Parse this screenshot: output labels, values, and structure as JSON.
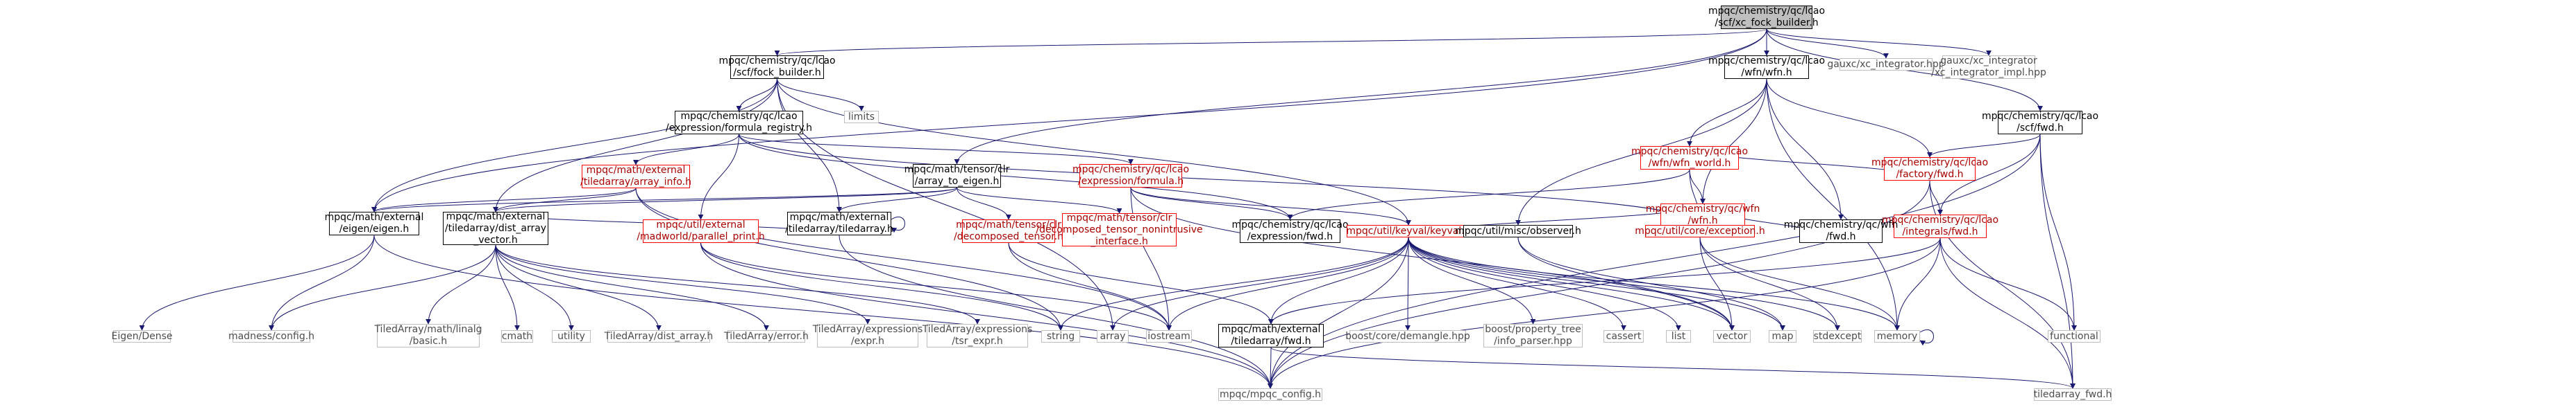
{
  "graph": {
    "root": "xc_fock_builder",
    "colors": {
      "edge": "#191970",
      "documented_border": "#000000",
      "undocumented_border": "#ff0000",
      "external_border": "#bfbfbf",
      "root_fill": "#bfbfbf"
    },
    "nodes": {
      "xc_fock_builder": {
        "lines": [
          "mpqc/chemistry/qc/lcao",
          "/scf/xc_fock_builder.h"
        ],
        "style": "root"
      },
      "fock_builder": {
        "lines": [
          "mpqc/chemistry/qc/lcao",
          "/scf/fock_builder.h"
        ],
        "style": "documented"
      },
      "wfn_wfn": {
        "lines": [
          "mpqc/chemistry/qc/lcao",
          "/wfn/wfn.h"
        ],
        "style": "documented"
      },
      "xc_integrator": {
        "lines": [
          "gauxc/xc_integrator.hpp"
        ],
        "style": "external"
      },
      "xc_integrator_impl": {
        "lines": [
          "gauxc/xc_integrator",
          "/xc_integrator_impl.hpp"
        ],
        "style": "external"
      },
      "scf_fwd": {
        "lines": [
          "mpqc/chemistry/qc/lcao",
          "/scf/fwd.h"
        ],
        "style": "documented"
      },
      "limits": {
        "lines": [
          "limits"
        ],
        "style": "external"
      },
      "formula_registry": {
        "lines": [
          "mpqc/chemistry/qc/lcao",
          "/expression/formula_registry.h"
        ],
        "style": "documented"
      },
      "wfn_world": {
        "lines": [
          "mpqc/chemistry/qc/lcao",
          "/wfn/wfn_world.h"
        ],
        "style": "undocumented"
      },
      "factory_fwd": {
        "lines": [
          "mpqc/chemistry/qc/lcao",
          "/factory/fwd.h"
        ],
        "style": "undocumented"
      },
      "array_info": {
        "lines": [
          "mpqc/math/external",
          "/tiledarray/array_info.h"
        ],
        "style": "undocumented"
      },
      "array_to_eigen": {
        "lines": [
          "mpqc/math/tensor/clr",
          "/array_to_eigen.h"
        ],
        "style": "documented"
      },
      "formula": {
        "lines": [
          "mpqc/chemistry/qc/lcao",
          "/expression/formula.h"
        ],
        "style": "undocumented"
      },
      "wfn_h": {
        "lines": [
          "mpqc/chemistry/qc/wfn",
          "/wfn.h"
        ],
        "style": "undocumented"
      },
      "integrals_fwd": {
        "lines": [
          "mpqc/chemistry/qc/lcao",
          "/integrals/fwd.h"
        ],
        "style": "undocumented"
      },
      "eigen_h": {
        "lines": [
          "mpqc/math/external",
          "/eigen/eigen.h"
        ],
        "style": "documented"
      },
      "dist_array_vector": {
        "lines": [
          "mpqc/math/external",
          "/tiledarray/dist_array",
          "_vector.h"
        ],
        "style": "documented"
      },
      "parallel_print": {
        "lines": [
          "mpqc/util/external",
          "/madworld/parallel_print.h"
        ],
        "style": "undocumented"
      },
      "tiledarray_h": {
        "lines": [
          "mpqc/math/external",
          "/tiledarray/tiledarray.h"
        ],
        "style": "documented"
      },
      "decomposed_tensor": {
        "lines": [
          "mpqc/math/tensor/clr",
          "/decomposed_tensor.h"
        ],
        "style": "undocumented"
      },
      "decomposed_nonintrusive": {
        "lines": [
          "mpqc/math/tensor/clr",
          "/decomposed_tensor_nonintrusive",
          "_interface.h"
        ],
        "style": "undocumented"
      },
      "expression_fwd": {
        "lines": [
          "mpqc/chemistry/qc/lcao",
          "/expression/fwd.h"
        ],
        "style": "documented"
      },
      "keyval": {
        "lines": [
          "mpqc/util/keyval/keyval.h"
        ],
        "style": "undocumented"
      },
      "observer": {
        "lines": [
          "mpqc/util/misc/observer.h"
        ],
        "style": "documented"
      },
      "exception": {
        "lines": [
          "mpqc/util/core/exception.h"
        ],
        "style": "undocumented"
      },
      "qc_wfn_fwd": {
        "lines": [
          "mpqc/chemistry/qc/wfn",
          "/fwd.h"
        ],
        "style": "documented"
      },
      "eigen_dense": {
        "lines": [
          "Eigen/Dense"
        ],
        "style": "external"
      },
      "madness_config": {
        "lines": [
          "madness/config.h"
        ],
        "style": "external"
      },
      "ta_linalg_basic": {
        "lines": [
          "TiledArray/math/linalg",
          "/basic.h"
        ],
        "style": "external"
      },
      "cmath": {
        "lines": [
          "cmath"
        ],
        "style": "external"
      },
      "utility": {
        "lines": [
          "utility"
        ],
        "style": "external"
      },
      "ta_dist_array": {
        "lines": [
          "TiledArray/dist_array.h"
        ],
        "style": "external"
      },
      "ta_error": {
        "lines": [
          "TiledArray/error.h"
        ],
        "style": "external"
      },
      "ta_expr": {
        "lines": [
          "TiledArray/expressions",
          "/expr.h"
        ],
        "style": "external"
      },
      "ta_tsr_expr": {
        "lines": [
          "TiledArray/expressions",
          "/tsr_expr.h"
        ],
        "style": "external"
      },
      "string": {
        "lines": [
          "string"
        ],
        "style": "external"
      },
      "array": {
        "lines": [
          "array"
        ],
        "style": "external"
      },
      "iostream": {
        "lines": [
          "iostream"
        ],
        "style": "external"
      },
      "tiledarray_fwd_h": {
        "lines": [
          "mpqc/math/external",
          "/tiledarray/fwd.h"
        ],
        "style": "documented"
      },
      "demangle": {
        "lines": [
          "boost/core/demangle.hpp"
        ],
        "style": "external"
      },
      "info_parser": {
        "lines": [
          "boost/property_tree",
          "/info_parser.hpp"
        ],
        "style": "external"
      },
      "cassert": {
        "lines": [
          "cassert"
        ],
        "style": "external"
      },
      "list": {
        "lines": [
          "list"
        ],
        "style": "external"
      },
      "vector": {
        "lines": [
          "vector"
        ],
        "style": "external"
      },
      "map": {
        "lines": [
          "map"
        ],
        "style": "external"
      },
      "stdexcept": {
        "lines": [
          "stdexcept"
        ],
        "style": "external"
      },
      "memory": {
        "lines": [
          "memory"
        ],
        "style": "external"
      },
      "functional": {
        "lines": [
          "functional"
        ],
        "style": "external"
      },
      "mpqc_config": {
        "lines": [
          "mpqc/mpqc_config.h"
        ],
        "style": "external"
      },
      "tiledarray_fwd": {
        "lines": [
          "tiledarray_fwd.h"
        ],
        "style": "external"
      }
    },
    "edges": [
      [
        "xc_fock_builder",
        "fock_builder"
      ],
      [
        "xc_fock_builder",
        "wfn_wfn"
      ],
      [
        "xc_fock_builder",
        "xc_integrator"
      ],
      [
        "xc_fock_builder",
        "xc_integrator_impl"
      ],
      [
        "xc_fock_builder",
        "scf_fwd"
      ],
      [
        "xc_fock_builder",
        "eigen_h"
      ],
      [
        "xc_fock_builder",
        "array_to_eigen"
      ],
      [
        "fock_builder",
        "limits"
      ],
      [
        "fock_builder",
        "formula_registry"
      ],
      [
        "fock_builder",
        "eigen_h"
      ],
      [
        "fock_builder",
        "dist_array_vector"
      ],
      [
        "fock_builder",
        "tiledarray_h"
      ],
      [
        "fock_builder",
        "keyval"
      ],
      [
        "fock_builder",
        "array"
      ],
      [
        "formula_registry",
        "array_info"
      ],
      [
        "formula_registry",
        "formula"
      ],
      [
        "formula_registry",
        "parallel_print"
      ],
      [
        "formula_registry",
        "expression_fwd"
      ],
      [
        "formula_registry",
        "exception"
      ],
      [
        "array_info",
        "eigen_h"
      ],
      [
        "array_info",
        "dist_array_vector"
      ],
      [
        "array_info",
        "string"
      ],
      [
        "array_info",
        "iostream"
      ],
      [
        "array_to_eigen",
        "eigen_h"
      ],
      [
        "array_to_eigen",
        "dist_array_vector"
      ],
      [
        "array_to_eigen",
        "tiledarray_h"
      ],
      [
        "array_to_eigen",
        "decomposed_tensor"
      ],
      [
        "array_to_eigen",
        "decomposed_nonintrusive"
      ],
      [
        "formula",
        "expression_fwd"
      ],
      [
        "formula",
        "iostream"
      ],
      [
        "formula",
        "vector"
      ],
      [
        "formula",
        "keyval"
      ],
      [
        "wfn_wfn",
        "wfn_world"
      ],
      [
        "wfn_wfn",
        "wfn_h"
      ],
      [
        "wfn_wfn",
        "qc_wfn_fwd"
      ],
      [
        "wfn_wfn",
        "factory_fwd"
      ],
      [
        "wfn_wfn",
        "observer"
      ],
      [
        "wfn_wfn",
        "memory"
      ],
      [
        "wfn_world",
        "expression_fwd"
      ],
      [
        "wfn_world",
        "wfn_h"
      ],
      [
        "wfn_world",
        "exception"
      ],
      [
        "wfn_world",
        "factory_fwd"
      ],
      [
        "wfn_h",
        "qc_wfn_fwd"
      ],
      [
        "wfn_h",
        "keyval"
      ],
      [
        "scf_fwd",
        "factory_fwd"
      ],
      [
        "scf_fwd",
        "integrals_fwd"
      ],
      [
        "scf_fwd",
        "tiledarray_fwd"
      ],
      [
        "scf_fwd",
        "mpqc_config"
      ],
      [
        "scf_fwd",
        "functional"
      ],
      [
        "factory_fwd",
        "integrals_fwd"
      ],
      [
        "factory_fwd",
        "mpqc_config"
      ],
      [
        "factory_fwd",
        "tiledarray_fwd"
      ],
      [
        "integrals_fwd",
        "tiledarray_fwd_h"
      ],
      [
        "integrals_fwd",
        "functional"
      ],
      [
        "integrals_fwd",
        "mpqc_config"
      ],
      [
        "integrals_fwd",
        "tiledarray_fwd"
      ],
      [
        "integrals_fwd",
        "memory"
      ],
      [
        "eigen_h",
        "eigen_dense"
      ],
      [
        "eigen_h",
        "madness_config"
      ],
      [
        "eigen_h",
        "mpqc_config"
      ],
      [
        "dist_array_vector",
        "madness_config"
      ],
      [
        "dist_array_vector",
        "ta_linalg_basic"
      ],
      [
        "dist_array_vector",
        "cmath"
      ],
      [
        "dist_array_vector",
        "utility"
      ],
      [
        "dist_array_vector",
        "ta_dist_array"
      ],
      [
        "dist_array_vector",
        "ta_error"
      ],
      [
        "dist_array_vector",
        "ta_expr"
      ],
      [
        "dist_array_vector",
        "ta_tsr_expr"
      ],
      [
        "dist_array_vector",
        "tiledarray_h"
      ],
      [
        "parallel_print",
        "string"
      ],
      [
        "parallel_print",
        "iostream"
      ],
      [
        "parallel_print",
        "mpqc_config"
      ],
      [
        "tiledarray_h",
        "tiledarray_h"
      ],
      [
        "tiledarray_h",
        "mpqc_config"
      ],
      [
        "decomposed_tensor",
        "iostream"
      ],
      [
        "decomposed_tensor",
        "tiledarray_fwd_h"
      ],
      [
        "keyval",
        "iostream"
      ],
      [
        "keyval",
        "array"
      ],
      [
        "keyval",
        "string"
      ],
      [
        "keyval",
        "demangle"
      ],
      [
        "keyval",
        "info_parser"
      ],
      [
        "keyval",
        "cassert"
      ],
      [
        "keyval",
        "list"
      ],
      [
        "keyval",
        "vector"
      ],
      [
        "keyval",
        "map"
      ],
      [
        "keyval",
        "stdexcept"
      ],
      [
        "keyval",
        "memory"
      ],
      [
        "keyval",
        "tiledarray_fwd_h"
      ],
      [
        "keyval",
        "mpqc_config"
      ],
      [
        "observer",
        "vector"
      ],
      [
        "observer",
        "map"
      ],
      [
        "exception",
        "memory"
      ],
      [
        "exception",
        "stdexcept"
      ],
      [
        "exception",
        "vector"
      ],
      [
        "memory",
        "memory"
      ],
      [
        "tiledarray_fwd_h",
        "mpqc_config"
      ],
      [
        "tiledarray_fwd_h",
        "tiledarray_fwd"
      ]
    ]
  }
}
